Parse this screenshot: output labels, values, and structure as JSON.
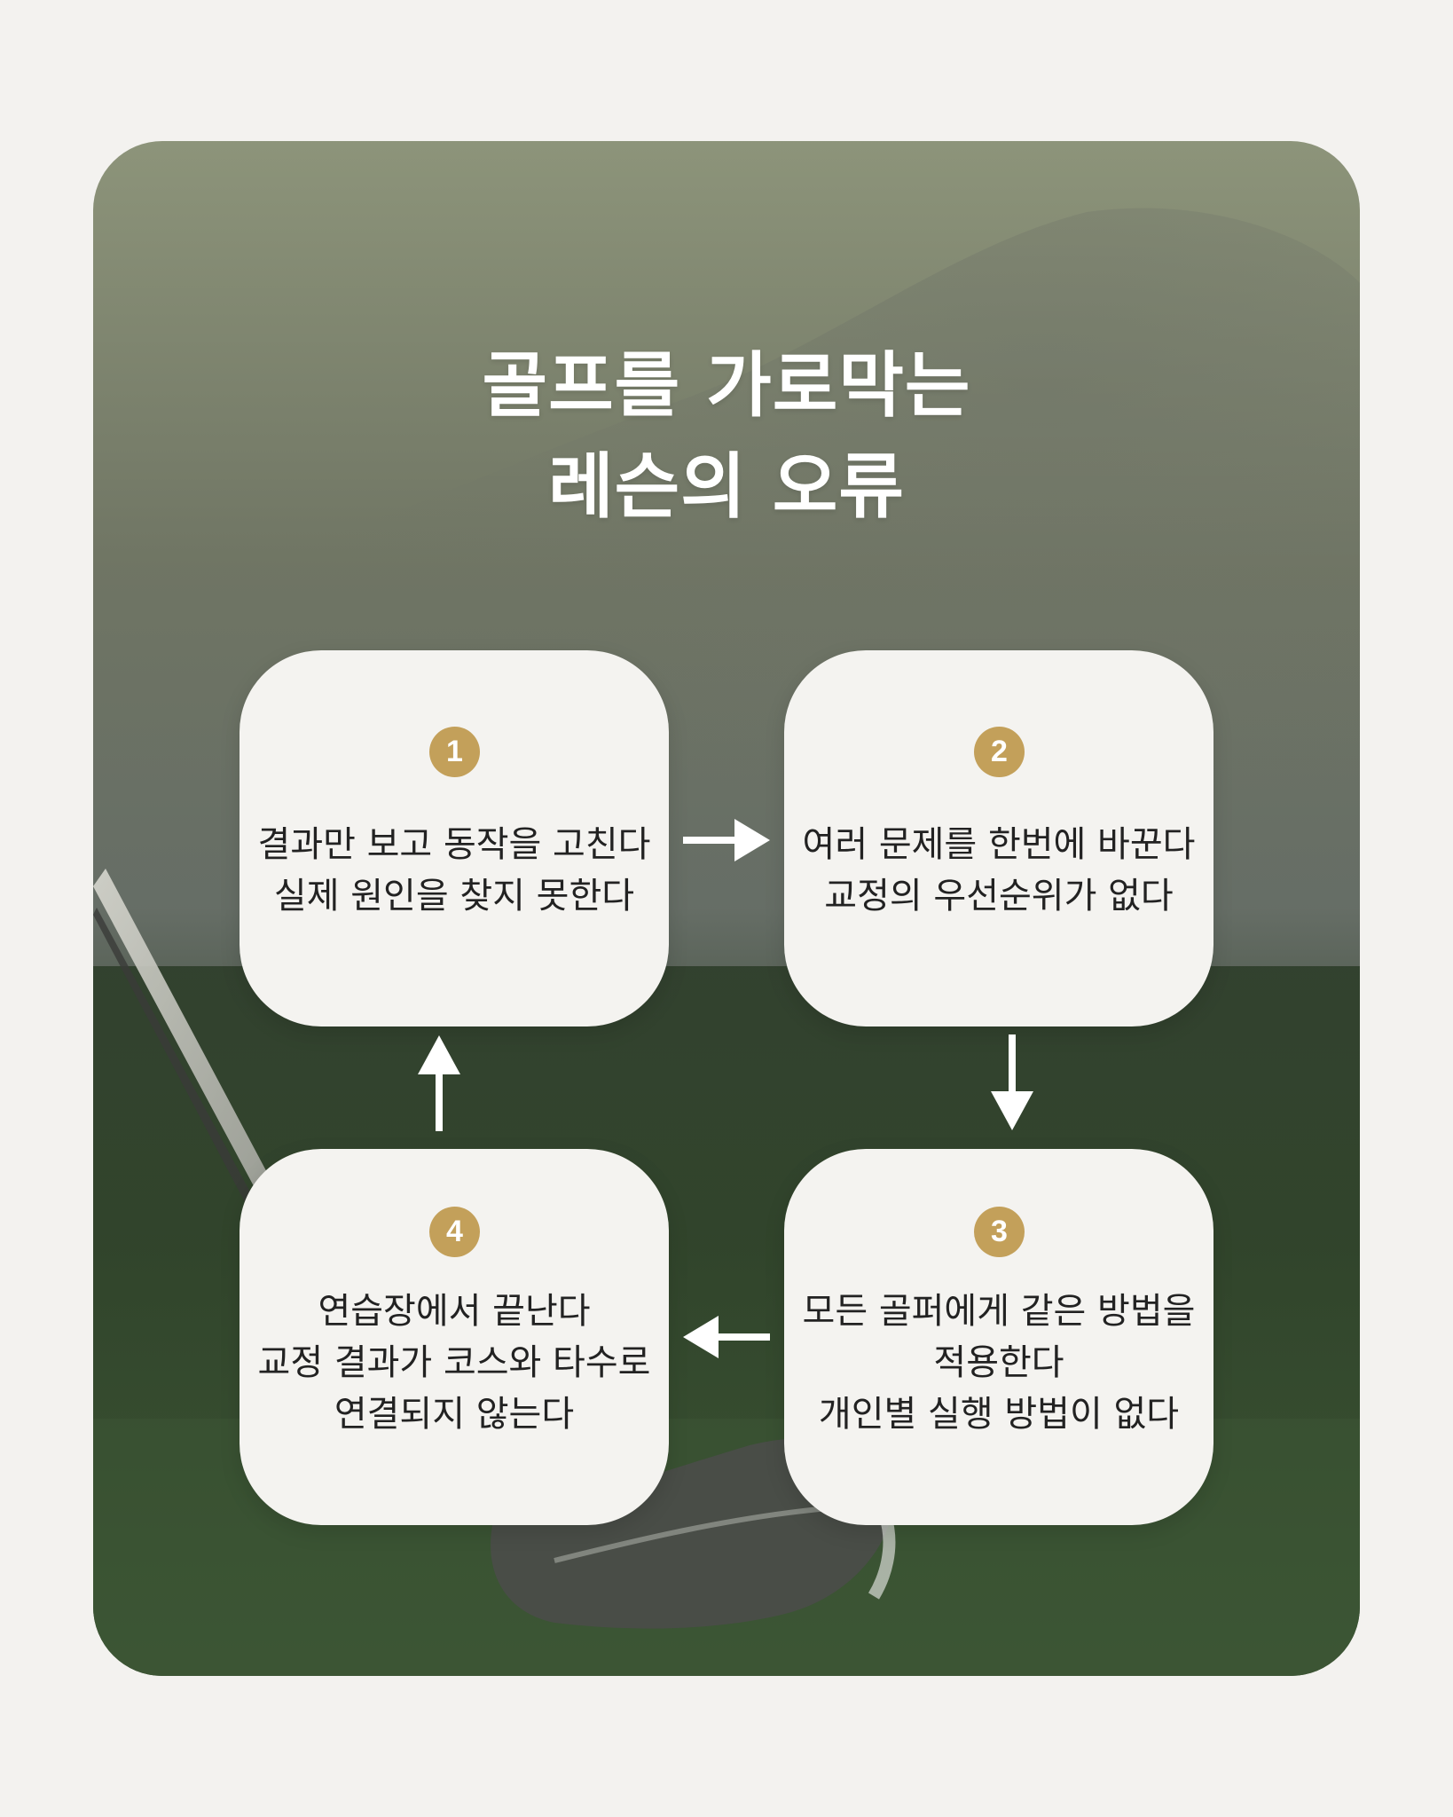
{
  "title": {
    "line1": "골프를 가로막는",
    "line2": "레슨의 오류"
  },
  "steps": [
    {
      "number": "1",
      "lines": [
        "결과만 보고 동작을 고친다",
        "실제 원인을 찾지 못한다"
      ]
    },
    {
      "number": "2",
      "lines": [
        "여러 문제를 한번에 바꾼다",
        "교정의 우선순위가 없다"
      ]
    },
    {
      "number": "3",
      "lines": [
        "모든 골퍼에게 같은 방법을",
        "적용한다",
        "개인별 실행 방법이 없다"
      ]
    },
    {
      "number": "4",
      "lines": [
        "연습장에서 끝난다",
        "교정 결과가 코스와 타수로",
        "연결되지 않는다"
      ]
    }
  ],
  "flow": [
    "1 → 2",
    "2 → 3",
    "3 → 4",
    "4 → 1"
  ],
  "colors": {
    "page_background": "#f3f2ef",
    "card_background": "#f4f3f0",
    "badge": "#c3a05a",
    "title_text": "#ffffff",
    "body_text": "#222222",
    "arrow": "#ffffff"
  }
}
